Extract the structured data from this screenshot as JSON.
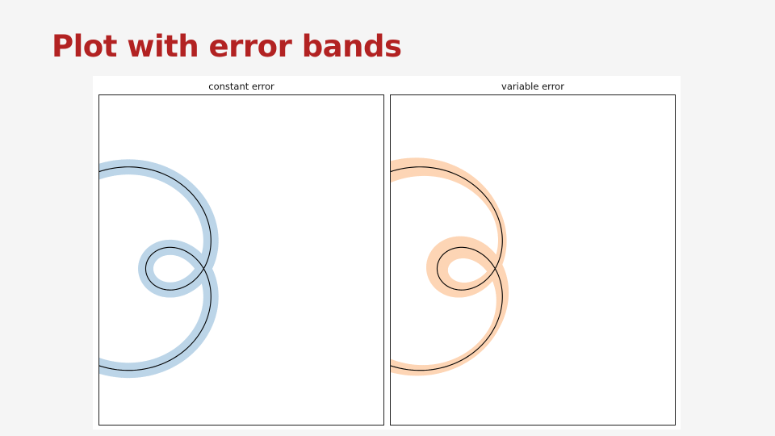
{
  "slide": {
    "title": "Plot with error bands"
  },
  "chart_data": [
    {
      "type": "line",
      "title": "constant error",
      "xlabel": "",
      "ylabel": "",
      "curve": "t from 0 to 2π: x = sin(2t) - 1.5 + cos(t)·(1 + cos(2t))... approximated by sampled points",
      "xlim": [
        -1.35,
        1.1
      ],
      "ylim": [
        -1.35,
        1.5
      ],
      "error_kind": "constant",
      "error": 0.05,
      "grid": false,
      "band_color": "#bcd5e8",
      "line_color": "#000000"
    },
    {
      "type": "line",
      "title": "variable error",
      "xlabel": "",
      "ylabel": "",
      "xlim": [
        -1.35,
        1.1
      ],
      "ylim": [
        -1.35,
        1.5
      ],
      "error_kind": "variable",
      "error_min": 0.02,
      "error_max": 0.1,
      "grid": false,
      "band_color": "#fdd5b5",
      "line_color": "#000000"
    }
  ]
}
